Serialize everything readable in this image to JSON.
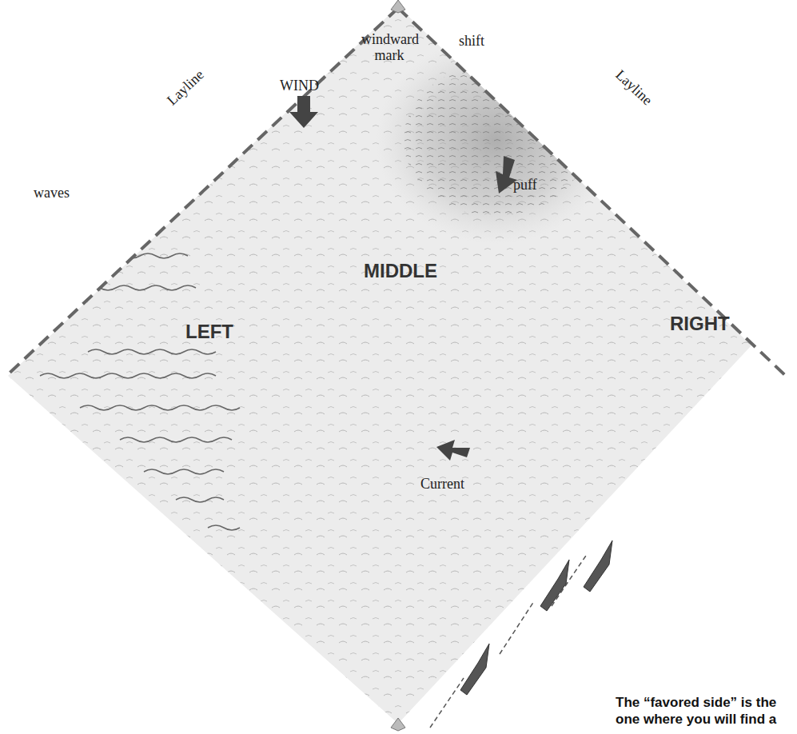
{
  "diagram": {
    "labels": [
      "windward mark",
      "shift",
      "Layline",
      "Layline",
      "WIND",
      "puff",
      "waves",
      "MIDDLE",
      "LEFT",
      "RIGHT",
      "Current",
      "The “favored side” is the one where you will find a"
    ]
  }
}
